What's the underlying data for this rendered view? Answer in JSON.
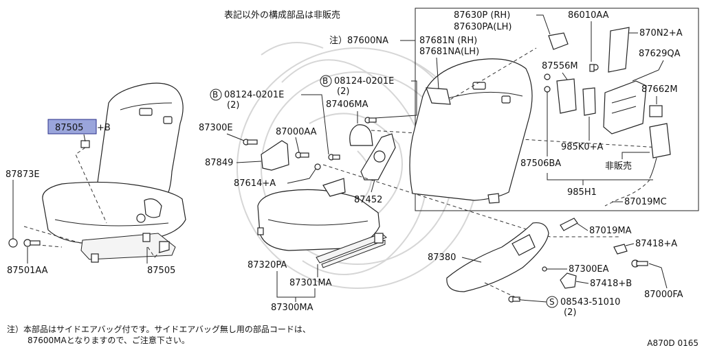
{
  "header_note": "表記以外の構成部品は非販売",
  "footer_note": {
    "line1": "注）本部品はサイドエアバッグ付です。サイドエアバッグ無し用の部品コードは、",
    "line2": "87600MAとなりますので、ご注意下さい。"
  },
  "diagram_code": "A870D 0165",
  "labels": {
    "l87505_hl": "87505",
    "l87505_suffix": "+B",
    "l87873E": "87873E",
    "l87501AA": "87501AA",
    "l87505": "87505",
    "l08124_a": "08124-0201E",
    "l08124_a_qty": "(2)",
    "l87300E": "87300E",
    "l87000AA": "87000AA",
    "l87849": "87849",
    "l87614A": "87614+A",
    "l87320PA": "87320PA",
    "l87301MA": "87301MA",
    "l87300MA": "87300MA",
    "l08124_b": "08124-0201E",
    "l08124_b_qty": "(2)",
    "l87406MA": "87406MA",
    "l87452": "87452",
    "l87600NA": "注）87600NA",
    "l87630P": "87630P (RH)",
    "l87630PA": "87630PA(LH)",
    "l87681N": "87681N (RH)",
    "l87681NA": "87681NA(LH)",
    "l86010AA": "86010AA",
    "l870N2A": "870N2+A",
    "l87629QA": "87629QA",
    "l87556M": "87556M",
    "l87662M": "87662M",
    "l985K0A": "985K0+A",
    "l87506BA": "87506BA",
    "l_hihanbai": "非販売",
    "l985H1": "985H1",
    "l87019MC": "87019MC",
    "l87019MA": "87019MA",
    "l87418A": "87418+A",
    "l87380": "87380",
    "l87300EA": "87300EA",
    "l87418B": "87418+B",
    "l87000FA": "87000FA",
    "l08543": "08543-51010",
    "l08543_qty": "(2)",
    "circ_B": "B",
    "circ_S": "S"
  }
}
